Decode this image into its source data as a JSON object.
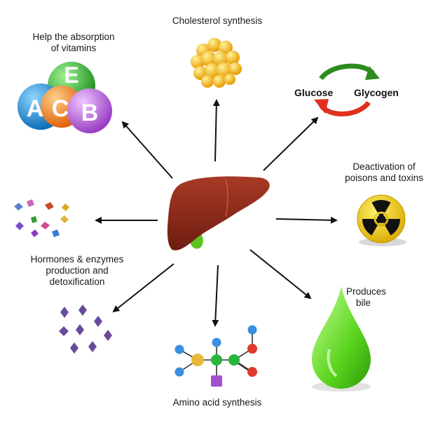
{
  "labels": {
    "cholesterol": "Cholesterol synthesis",
    "vitamins_line1": "Help the absorption",
    "vitamins_line2": "of vitamins",
    "glucose": "Glucose",
    "glycogen": "Glycogen",
    "poisons_line1": "Deactivation of",
    "poisons_line2": "poisons and toxins",
    "hormones_line1": "Hormones & enzymes",
    "hormones_line2": "production and",
    "hormones_line3": "detoxification",
    "bile_line1": "Produces",
    "bile_line2": "bile",
    "amino": "Amino acid synthesis"
  },
  "vitamin_letters": [
    "A",
    "E",
    "C",
    "B"
  ],
  "colors": {
    "liver": "#8a2a1a",
    "gallbladder": "#5cc21e",
    "arrow": "#111111",
    "cycle_green": "#2e8b1e",
    "cycle_red": "#e0311d",
    "bile": "#6fe032",
    "radiation_yellow": "#f5d800",
    "fat": "#f5b800",
    "vitamin_a": "#1a8fd6",
    "vitamin_e": "#3cb83a",
    "vitamin_c": "#f28a14",
    "vitamin_b": "#b45bd8"
  }
}
